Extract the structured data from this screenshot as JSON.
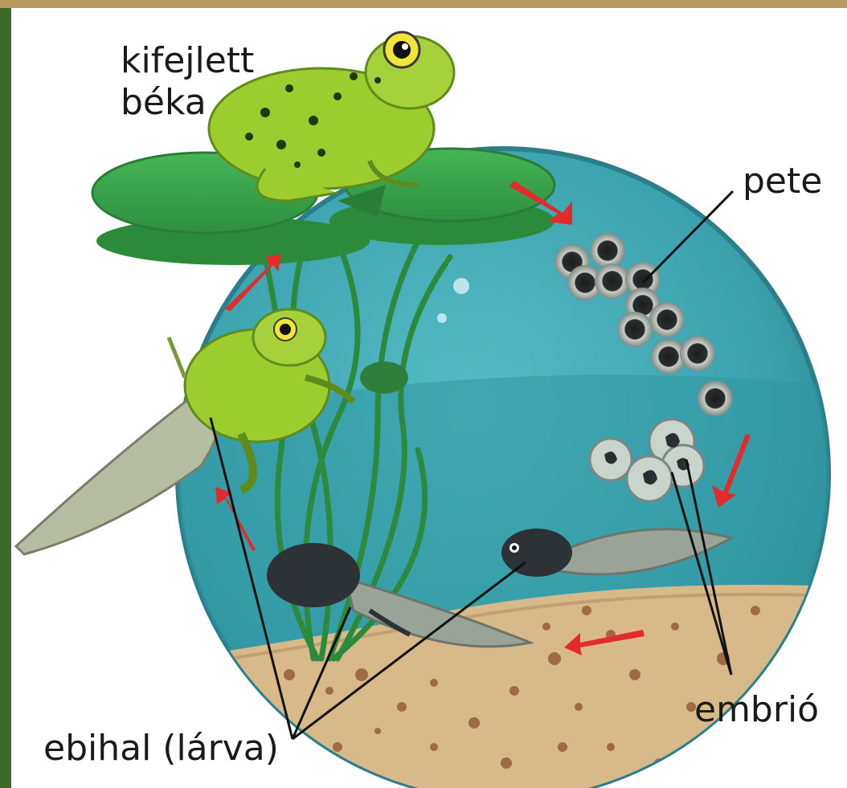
{
  "labels": {
    "adult_line1": "kifejlett",
    "adult_line2": "béka",
    "egg": "pete",
    "embryo": "embrió",
    "tadpole": "ebihal (lárva)"
  },
  "colors": {
    "water": "#3fa9b5",
    "water_dark": "#2b8f9c",
    "lily_pad": "#3aa64a",
    "frog": "#9ccc2e",
    "sediment": "#d8b98a",
    "arrow": "#e32b2b",
    "left_border": "#3c6a2a",
    "top_border": "#b69a5e"
  }
}
